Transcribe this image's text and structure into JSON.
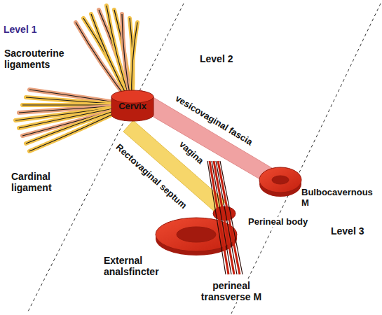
{
  "diagram": {
    "nodes": [
      {
        "text": [
          "Cervix"
        ]
      }
    ],
    "labels": [
      "Level 1",
      "Sacrouterine ligaments",
      "Level 2",
      "vesicovaginal fascia",
      "vagina",
      "Rectovaginal septum",
      "Cardinal ligament",
      "Bulbocavernous M",
      "Level 3",
      "Perineal body",
      "External analsfincter",
      "perineal transverse M"
    ]
  }
}
